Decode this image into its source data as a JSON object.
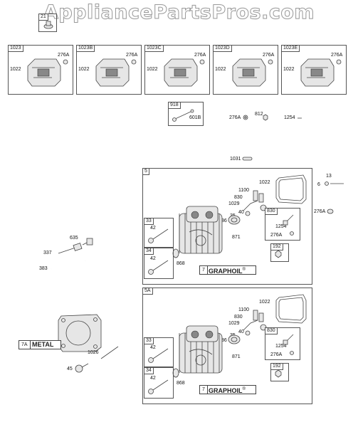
{
  "watermark": "AppliancePartsPros.com",
  "top_small_box": {
    "label": "21"
  },
  "valve_covers": [
    {
      "tag": "1023",
      "part_left": "1022",
      "part_right": "276A"
    },
    {
      "tag": "1023B",
      "part_left": "1022",
      "part_right": "276A"
    },
    {
      "tag": "1023C",
      "part_left": "1022",
      "part_right": "276A"
    },
    {
      "tag": "1023D",
      "part_left": "1022",
      "part_right": "276A"
    },
    {
      "tag": "1023E",
      "part_left": "1022",
      "part_right": "276A"
    }
  ],
  "box_918": {
    "tag": "918",
    "part": "601B"
  },
  "loose_parts": {
    "p276a": "276A",
    "p812": "812",
    "p1254": "1254",
    "p1031": "1031",
    "p13": "13",
    "p6": "6",
    "p276a_right": "276A"
  },
  "left_parts": {
    "p635": "635",
    "p337": "337",
    "p383": "383",
    "p1026": "1026",
    "p45": "45"
  },
  "metal_box": {
    "num": "7A",
    "word": "METAL"
  },
  "assembly_5": {
    "tag": "5",
    "p1022": "1022",
    "p1100": "1100",
    "p830": "830",
    "p1029": "1029",
    "p40": "40",
    "p35": "35",
    "p36": "36",
    "p871": "871",
    "p868": "868",
    "sub33": {
      "tag": "33",
      "part": "42"
    },
    "sub34": {
      "tag": "34",
      "part": "42"
    },
    "sub830": {
      "tag": "830",
      "p1254": "1254",
      "p276a": "276A"
    },
    "sub192": {
      "tag": "192"
    },
    "graphoil": {
      "num": "7",
      "word": "GRAPHOIL",
      "mark": "®"
    }
  },
  "assembly_5a": {
    "tag": "5A",
    "p1022": "1022",
    "p1100": "1100",
    "p830": "830",
    "p1029": "1029",
    "p40": "40",
    "p35": "35",
    "p36": "36",
    "p871": "871",
    "p868": "868",
    "sub33": {
      "tag": "33",
      "part": "42"
    },
    "sub34": {
      "tag": "34",
      "part": "42"
    },
    "sub830": {
      "tag": "830",
      "p1254": "1254",
      "p276a": "276A"
    },
    "sub192": {
      "tag": "192"
    },
    "graphoil": {
      "num": "7",
      "word": "GRAPHOIL",
      "mark": "®"
    }
  }
}
